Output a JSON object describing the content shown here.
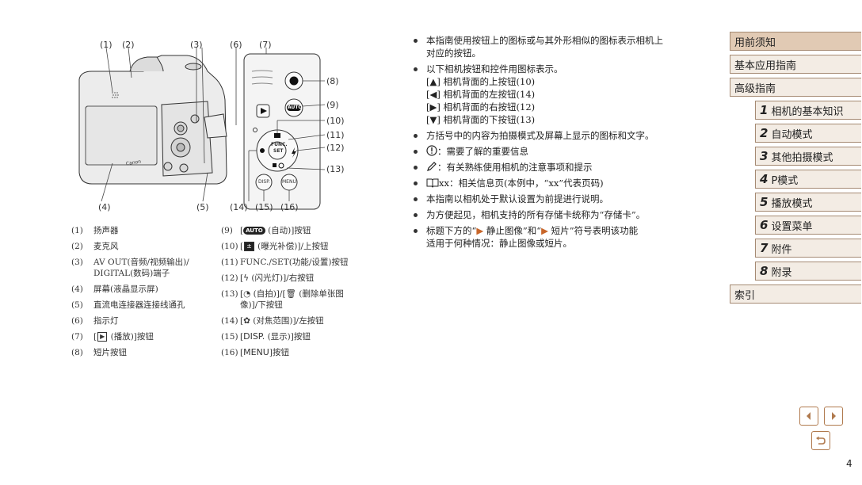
{
  "diagram": {
    "callouts_top": [
      "(1)",
      "(2)",
      "(3)",
      "(6)",
      "(7)"
    ],
    "callouts_right": [
      "(8)",
      "(9)",
      "(10)",
      "(11)",
      "(12)",
      "(13)"
    ],
    "callouts_bottom": [
      "(4)",
      "(5)",
      "(14)",
      "(15)",
      "(16)"
    ],
    "brand": "Canon",
    "btn_func_1": "FUNC.",
    "btn_func_2": "SET",
    "btn_disp": "DISP.",
    "btn_menu": "MENU",
    "btn_auto": "AUTO"
  },
  "legend_left": [
    {
      "num": "(1)",
      "text": "扬声器"
    },
    {
      "num": "(2)",
      "text": "麦克风"
    },
    {
      "num": "(3)",
      "text": "AV OUT(音频/视频输出)/",
      "text2": "DIGITAL(数码)端子"
    },
    {
      "num": "(4)",
      "text": "屏幕(液晶显示屏)"
    },
    {
      "num": "(5)",
      "text": "直流电连接器连接线通孔"
    },
    {
      "num": "(6)",
      "text": "指示灯"
    },
    {
      "num": "(7)",
      "pre": "[",
      "post": " (播放)]按钮"
    },
    {
      "num": "(8)",
      "text": "短片按钮"
    }
  ],
  "legend_right": [
    {
      "num": "(9)",
      "pre": "[",
      "post": " (自动)]按钮"
    },
    {
      "num": "(10)",
      "pre": "[",
      "post": " (曝光补偿)]/上按钮"
    },
    {
      "num": "(11)",
      "text": "FUNC./SET(功能/设置)按钮"
    },
    {
      "num": "(12)",
      "pre": "[",
      "post": " (闪光灯)]/右按钮"
    },
    {
      "num": "(13)",
      "pre": "[",
      "mid": " (自拍)]/[",
      "post": " (删除单张图",
      "text2": "像)]/下按钮"
    },
    {
      "num": "(14)",
      "pre": "[",
      "post": " (对焦范围)]/左按钮"
    },
    {
      "num": "(15)",
      "pre": "[",
      "key": "DISP.",
      "post": " (显示)]按钮"
    },
    {
      "num": "(16)",
      "pre": "[",
      "key": "MENU",
      "post": "]按钮"
    }
  ],
  "notes": {
    "b1_a": "本指南使用按钮上的图标或与其外形相似的图标表示相机上",
    "b1_b": "对应的按钮。",
    "b2": "以下相机按钮和控件用图标表示。",
    "b2_lines": [
      "相机背面的上按钮(10)",
      "相机背面的左按钮(14)",
      "相机背面的右按钮(12)",
      "相机背面的下按钮(13)"
    ],
    "b3": "方括号中的内容为拍摄模式及屏幕上显示的图标和文字。",
    "b4": "：需要了解的重要信息",
    "b5": "：有关熟练使用相机的注意事项和提示",
    "b6": "xx：相关信息页(本例中，“xx”代表页码)",
    "b7": "本指南以相机处于默认设置为前提进行说明。",
    "b8": "为方便起见，相机支持的所有存储卡统称为“存储卡”。",
    "b9_a": "标题下方的“",
    "b9_still": " 静止图像",
    "b9_mid": "”和“",
    "b9_movie": " 短片",
    "b9_b": "”符号表明该功能",
    "b9_c": "适用于何种情况：静止图像或短片。"
  },
  "nav": {
    "items": [
      {
        "label": "用前须知"
      },
      {
        "label": "基本应用指南"
      },
      {
        "label": "高级指南"
      },
      {
        "num": "1",
        "label": "相机的基本知识"
      },
      {
        "num": "2",
        "label": "自动模式"
      },
      {
        "num": "3",
        "label": "其他拍摄模式"
      },
      {
        "num": "4",
        "label": "P模式"
      },
      {
        "num": "5",
        "label": "播放模式"
      },
      {
        "num": "6",
        "label": "设置菜单"
      },
      {
        "num": "7",
        "label": "附件"
      },
      {
        "num": "8",
        "label": "附录"
      },
      {
        "label": "索引"
      }
    ]
  },
  "page_number": "4",
  "colors": {
    "accent": "#c8662a",
    "nav_bg": "#f3ece4",
    "nav_active": "#e1cab4",
    "nav_border": "#a58a73"
  }
}
